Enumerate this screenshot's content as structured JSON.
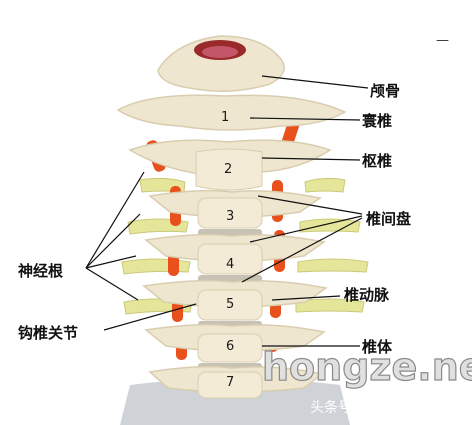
{
  "labels": {
    "occiput": "颅骨",
    "atlas": "寰椎",
    "axis": "枢椎",
    "disc": "椎间盘",
    "nerve_root": "神经根",
    "artery": "椎动脉",
    "uncovertebral": "钩椎关节",
    "body": "椎体"
  },
  "vertebra_numbers": [
    "1",
    "2",
    "3",
    "4",
    "5",
    "6",
    "7"
  ],
  "watermark": {
    "site": "hongze.net",
    "footer": "头条号 / 智信操平台"
  },
  "corner_mark": "—",
  "colors": {
    "bone": "#efe6cf",
    "bone_shadow": "#d9cdb0",
    "artery": "#e8501c",
    "nerve": "#e6e69a",
    "disc": "#c8c2b4",
    "watermark_fill": "#e0e0e0"
  },
  "icons": [
    "cervical-spine-illustration"
  ]
}
